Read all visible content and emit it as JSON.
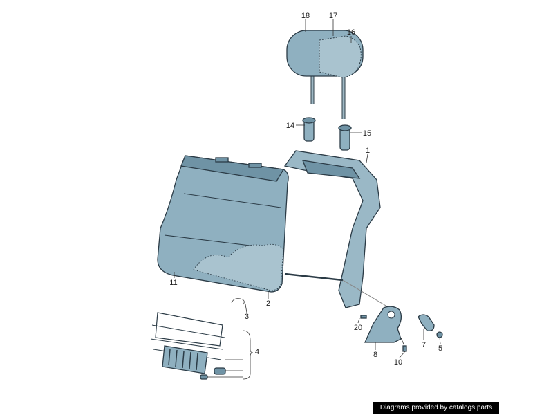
{
  "diagram": {
    "part_labels": {
      "p1": "1",
      "p2": "2",
      "p3": "3",
      "p4": "4",
      "p5": "5",
      "p7": "7",
      "p8": "8",
      "p10": "10",
      "p11": "11",
      "p14": "14",
      "p15": "15",
      "p16": "16",
      "p17": "17",
      "p18": "18",
      "p20": "20"
    },
    "colors": {
      "part": "#8fb0c0",
      "outline": "#2b3b46"
    }
  },
  "footer": {
    "credit": "Diagrams provided by catalogs parts"
  }
}
